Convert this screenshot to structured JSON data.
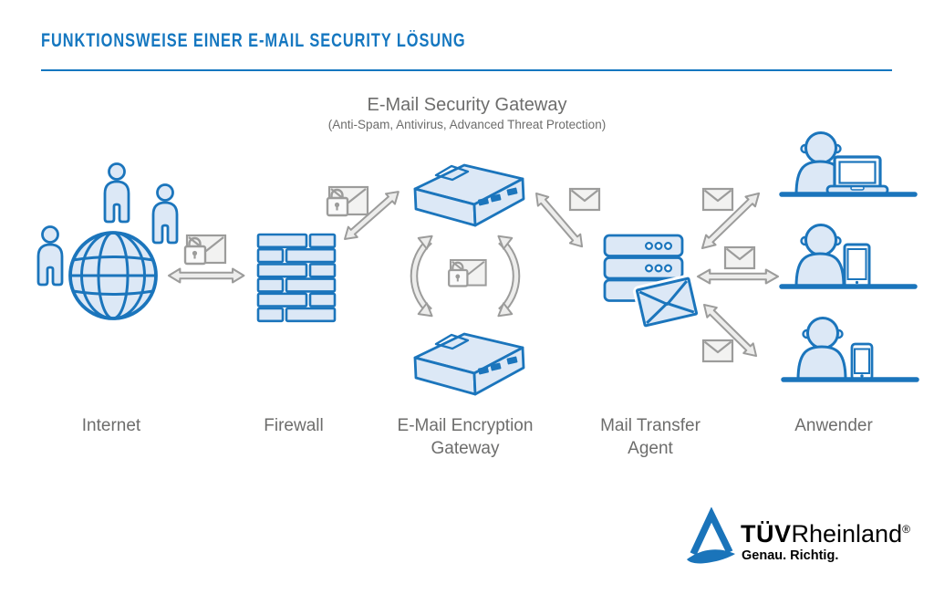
{
  "header": {
    "title": "FUNKTIONSWEISE EINER E-MAIL SECURITY LÖSUNG"
  },
  "gateway_heading": {
    "title": "E-Mail Security Gateway",
    "subtitle": "(Anti-Spam, Antivirus, Advanced Threat Protection)"
  },
  "node_labels": {
    "internet": "Internet",
    "firewall": "Firewall",
    "encryption_gateway": "E-Mail Encryption Gateway",
    "mail_transfer_agent": "Mail Transfer Agent",
    "users": "Anwender"
  },
  "logo": {
    "brand_primary": "TÜV",
    "brand_secondary": "Rheinland",
    "registered_mark": "®",
    "tagline": "Genau. Richtig."
  },
  "colors": {
    "brand_blue": "#1b75bc",
    "title_blue": "#1577c0",
    "light_blue_fill": "#dce8f6",
    "text_gray": "#6d6d6c",
    "arrow_gray": "#9c9c9b",
    "arrow_fill": "#ededec"
  }
}
